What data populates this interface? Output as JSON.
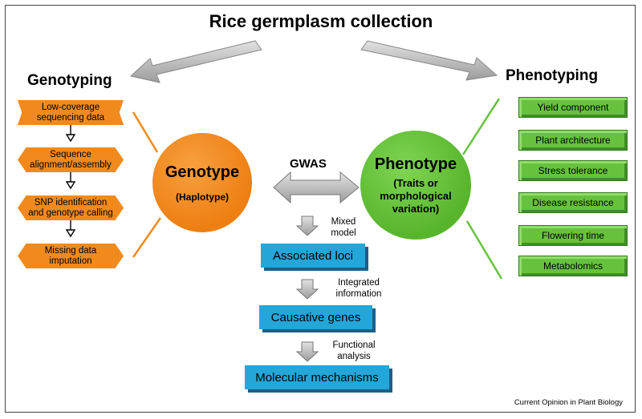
{
  "title": "Rice germplasm collection",
  "genotyping": {
    "heading": "Genotyping",
    "steps": [
      {
        "line1": "Low-coverage",
        "line2": "sequencing data"
      },
      {
        "line1": "Sequence",
        "line2": "alignment/assembly"
      },
      {
        "line1": "SNP identification",
        "line2": "and genotype calling"
      },
      {
        "line1": "Missing data",
        "line2": "imputation"
      }
    ]
  },
  "genotype_circle": {
    "title": "Genotype",
    "subtitle": "(Haplotype)"
  },
  "gwas": "GWAS",
  "phenotype_circle": {
    "title": "Phenotype",
    "sub1": "(Traits or",
    "sub2": "morphological",
    "sub3": "variation)"
  },
  "phenotyping": {
    "heading": "Phenotyping",
    "items": [
      "Yield component",
      "Plant architecture",
      "Stress tolerance",
      "Disease resistance",
      "Flowering time",
      "Metabolomics"
    ]
  },
  "center_flow": {
    "notes": [
      {
        "line1": "Mixed",
        "line2": "model"
      },
      {
        "line1": "Integrated",
        "line2": "information"
      },
      {
        "line1": "Functional",
        "line2": "analysis"
      }
    ],
    "boxes": [
      "Associated loci",
      "Causative genes",
      "Molecular mechanisms"
    ]
  },
  "credit": "Current Opinion in Plant Biology",
  "colors": {
    "orange": "#f08a1c",
    "green": "#66c23d",
    "blue": "#24a6d9",
    "arrow_gray": "#b5b5b5"
  }
}
